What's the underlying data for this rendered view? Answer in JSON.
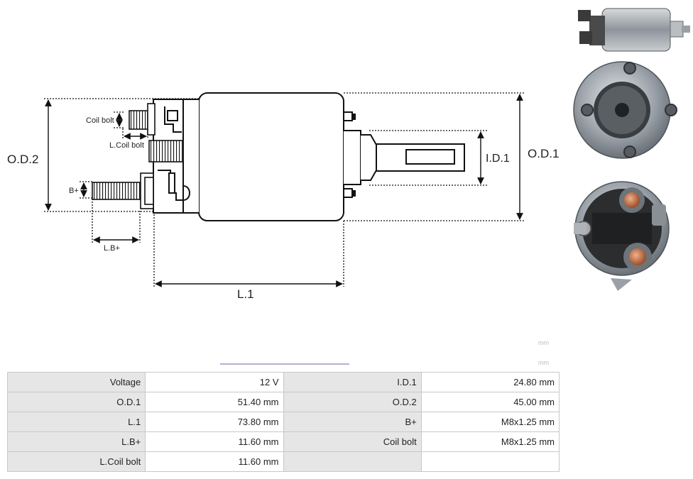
{
  "labels": {
    "od2": "O.D.2",
    "od1": "O.D.1",
    "id1": "I.D.1",
    "l1": "L.1",
    "coil_bolt": "Coil bolt",
    "l_coil_bolt": "L.Coil bolt",
    "b_plus": "B+",
    "l_b_plus": "L.B+"
  },
  "specs": [
    {
      "k1": "Voltage",
      "v1": "12 V",
      "k2": "I.D.1",
      "v2": "24.80 mm"
    },
    {
      "k1": "O.D.1",
      "v1": "51.40 mm",
      "k2": "O.D.2",
      "v2": "45.00 mm"
    },
    {
      "k1": "L.1",
      "v1": "73.80 mm",
      "k2": "B+",
      "v2": "M8x1.25 mm"
    },
    {
      "k1": "L.B+",
      "v1": "11.60 mm",
      "k2": "Coil bolt",
      "v2": "M8x1.25 mm"
    },
    {
      "k1": "L.Coil bolt",
      "v1": "11.60 mm",
      "k2": "",
      "v2": ""
    }
  ],
  "ghost_text": [
    "mm",
    "mm"
  ]
}
